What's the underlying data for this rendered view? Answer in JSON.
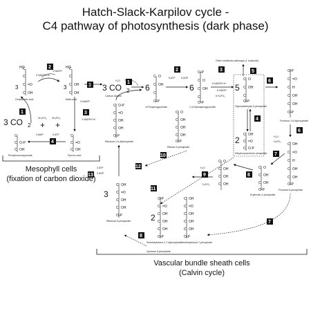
{
  "title": {
    "line1": "Hatch-Slack-Karpilov cycle -",
    "line2": "C4 pathway of photosynthesis (dark phase)"
  },
  "mesophyll": {
    "line1": "Mesophyll cells",
    "line2": "(fixation of carbon dioxide)"
  },
  "bundle": {
    "line1": "Vascular bundle sheath cells",
    "line2": "(Calvin cycle)"
  },
  "other_pathways": "Other metabolic pathways (1 molecule)",
  "molecules": {
    "oxaloacetic": "Oxaloacetic acid",
    "malic": "Malic acid",
    "pyruvic": "Pyruvic acid",
    "pep": "Phosphoenolpyruvate",
    "co2_dioxide": "Carbon dioxide",
    "pg3": "3-Phosphoglycerate",
    "bpg": "1,3-Diphosphoglycerate",
    "gap": "Glyceraldehyde-3-phosphate",
    "dhap": "Dihydroxyacetone phosphate",
    "fbp": "Fructose-1,6-diphosphate",
    "f6p": "Fructose-6-phosphate",
    "e4p": "Erythrose-4-phosphate",
    "sbp": "Sedoheptulose-1,7-diphosphate",
    "s7p": "Sedoheptulose-7-phosphate",
    "r5p": "Ribose-5-phosphate",
    "xu5p": "Xylulose-5-phosphate",
    "ru5p": "Ribulose-5-phosphate",
    "rubp": "Ribulose-1,5-diphosphate"
  },
  "cofactors": {
    "nadph": "3 NADPH H⁺",
    "nadp_top": "3 NADP⁺",
    "nadp_mid": "3 NADP⁺",
    "nadph_mid": "3 NADPH H⁺",
    "nadph_6": "6 NADPH H⁺",
    "nadp_6": "6 NADP⁺",
    "atp_6": "6 ATP",
    "adp_6": "6 ADP",
    "h3po4": "3H₃PO₄",
    "h3po4_b": "3H₃PO₄",
    "amp": "3 AMP",
    "atp_3": "3 ATP",
    "adp_3": "3 ADP",
    "atp_3b": "3 ATP",
    "h3po4_6": "6 H₃PO₄",
    "h2o": "H₂O",
    "h2o_b": "H₂O",
    "h2o_c": "H₂O",
    "h3po4_c": "H₃PO₄",
    "h3po4_d": "H₃PO₄"
  },
  "coefficients": {
    "co2_left": "3 CO",
    "co2_left_sub": "2",
    "co2_mid": "3 CO",
    "co2_mid_sub": "2",
    "oxalo_coef": "3",
    "malic_coef": "3",
    "pg3_coef": "6",
    "bpg_coef": "6",
    "gap_coef": "5",
    "dhap_coef": "2",
    "sbp_coef": "2",
    "ru5p_coef": "3",
    "h_coef": "3 H"
  },
  "steps": [
    "1",
    "2",
    "3",
    "4",
    "1",
    "2",
    "3",
    "4",
    "5",
    "6",
    "6",
    "7",
    "7",
    "8",
    "8",
    "9",
    "10",
    "11",
    "12",
    "13"
  ]
}
